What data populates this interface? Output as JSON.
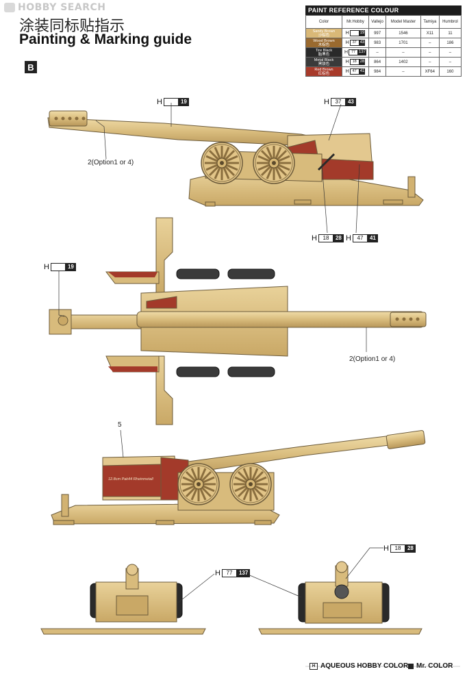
{
  "watermark": "HOBBY SEARCH",
  "title_cn": "涂装同标贴指示",
  "title_en": "Painting & Marking guide",
  "sheet_letter": "B",
  "paint_table": {
    "heading": "PAINT REFERENCE COLOUR",
    "columns": [
      "Color",
      "Mr.Hobby",
      "Vallejo",
      "Model Master",
      "Tamiya",
      "Humbrol"
    ],
    "rows": [
      {
        "name": "Sandy Brown",
        "name_cn": "沙棕色",
        "color": "#d9b877",
        "h_box": "",
        "h_num": "19",
        "vallejo": "997",
        "model_master": "1546",
        "tamiya": "X11",
        "humbrol": "11"
      },
      {
        "name": "Wood Brown",
        "name_cn": "木棕色",
        "color": "#9a6a2f",
        "h_box": "37",
        "h_num": "43",
        "vallejo": "983",
        "model_master": "1701",
        "tamiya": "–",
        "humbrol": "186"
      },
      {
        "name": "Tire Black",
        "name_cn": "胎黑色",
        "color": "#2a2a2a",
        "h_box": "77",
        "h_num": "137",
        "vallejo": "–",
        "model_master": "–",
        "tamiya": "–",
        "humbrol": "–"
      },
      {
        "name": "Metal Black",
        "name_cn": "黑铁色",
        "color": "#3a3a3a",
        "h_box": "18",
        "h_num": "28",
        "vallejo": "864",
        "model_master": "1402",
        "tamiya": "–",
        "humbrol": "–"
      },
      {
        "name": "Red Brown",
        "name_cn": "红棕色",
        "color": "#a83a2a",
        "h_box": "47",
        "h_num": "41",
        "vallejo": "984",
        "model_master": "–",
        "tamiya": "XF64",
        "humbrol": "160"
      }
    ]
  },
  "callouts": {
    "side_top_left": {
      "h": "H",
      "box": "",
      "num": "19"
    },
    "side_top_right": {
      "h": "H",
      "box": "37",
      "num": "43"
    },
    "side_bottom_a": {
      "h": "H",
      "box": "18",
      "num": "28"
    },
    "side_bottom_b": {
      "h": "H",
      "box": "47",
      "num": "41"
    },
    "top_view": {
      "h": "H",
      "box": "",
      "num": "19"
    },
    "front_tires": {
      "h": "H",
      "box": "77",
      "num": "137"
    },
    "rear_view": {
      "h": "H",
      "box": "18",
      "num": "28"
    }
  },
  "labels": {
    "option_a": "2(Option1 or 4)",
    "option_b": "2(Option1 or 4)",
    "decal_num": "5",
    "shield_marking": "12.8cm Pak44 Rheinmetall"
  },
  "footer": {
    "hobby_mark": "H",
    "hobby_label": "AQUEOUS HOBBY COLOR",
    "mr_label": "Mr. COLOR"
  }
}
